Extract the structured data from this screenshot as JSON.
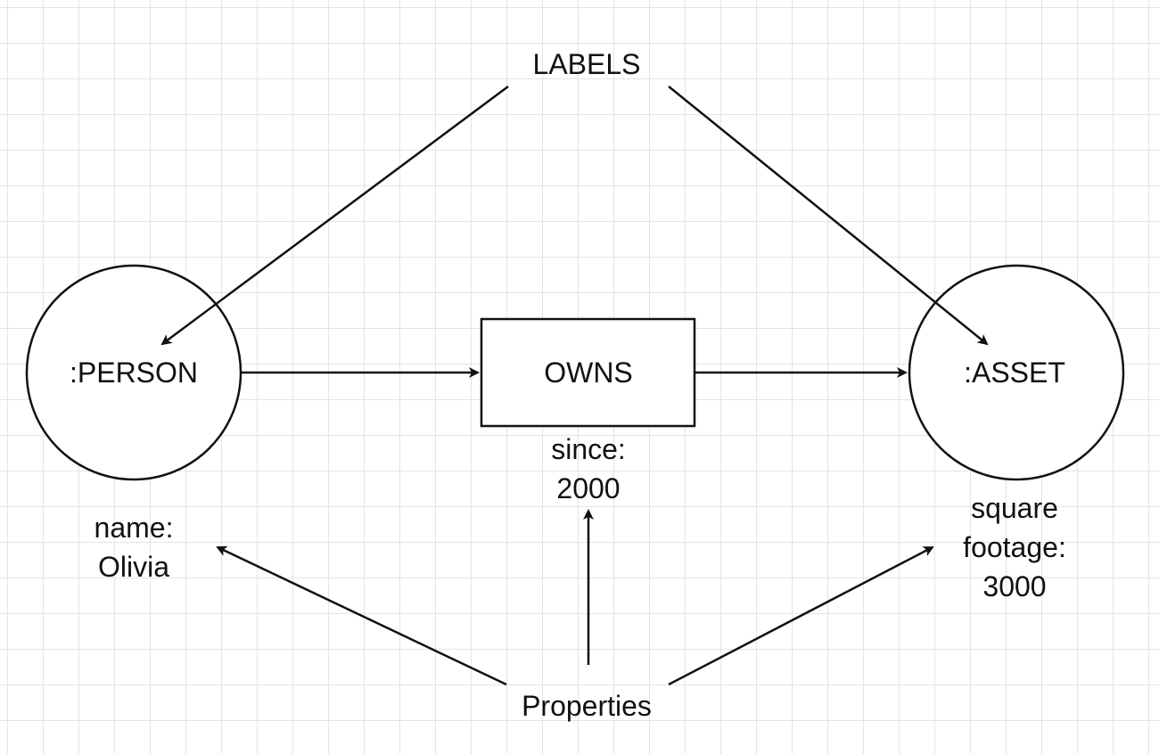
{
  "labels_text": "LABELS",
  "properties_text": "Properties",
  "person_node": {
    "label": ":PERSON",
    "property_key": "name:",
    "property_value": "Olivia"
  },
  "relationship": {
    "label": "OWNS",
    "property_key": "since:",
    "property_value": "2000"
  },
  "asset_node": {
    "label": ":ASSET",
    "property_line1": "square",
    "property_line2": "footage:",
    "property_value": "3000"
  },
  "colors": {
    "stroke": "#111111",
    "grid": "#e4e4e4",
    "background": "#ffffff"
  }
}
